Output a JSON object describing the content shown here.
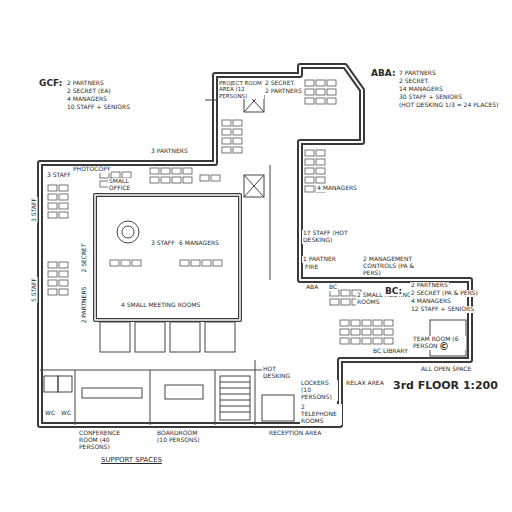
{
  "diagram": {
    "title": "3rd FLOOR 1:200",
    "labels": [
      "GCF:",
      "2 PARTNERS",
      "2 SECRET (EA)",
      "4 MANAGERS",
      "10 STAFF + SENIORS",
      "PROJECT ROOM AREA (12 PERSONS)",
      "2 SECRET.",
      "2 PARTNERS",
      "ABA:",
      "7 PARTNERS",
      "2 SECRET.",
      "14 MANAGERS",
      "30 STAFF + SENIORS",
      "(HOT DESKING 1/3 = 24 PLACES)",
      "4 MANAGERS",
      "3 PARTNERS",
      "3 STAFF",
      "PHOTOCOPY",
      "SMALL OFFICE",
      "3 STAFF",
      "2 SECRET",
      "2 PARTNERS",
      "5 STAFF",
      "3 STAFF",
      "6 MANAGERS",
      "4 SMALL MEETING ROOMS",
      "17 STAFF (HOT DESKING)",
      "1 PARTNER",
      "FIRE",
      "ABA",
      "BC",
      "2 MANAGEMENT CONTROLS (PA & PERS)",
      "2 SMALL MEETING ROOMS",
      "BC:",
      "2 PARTNERS",
      "2 SECRET (PA & PERS)",
      "4 MANAGERS",
      "12 STAFF + SENIORS",
      "TEAM ROOM (6 PERSONS)",
      "BC LIBRARY",
      "©",
      "ALL OPEN SPACE",
      "RELAX AREA",
      "HOT DESKING",
      "LOCKERS (10 PERSONS)",
      "2 TELEPHONE ROOMS",
      "RECEPTION AREA",
      "CONFERENCE ROOM (40 PERSONS)",
      "BOARDROOM (10 PERSONS)",
      "SUPPORT SPACES",
      "WC",
      "WC"
    ]
  }
}
